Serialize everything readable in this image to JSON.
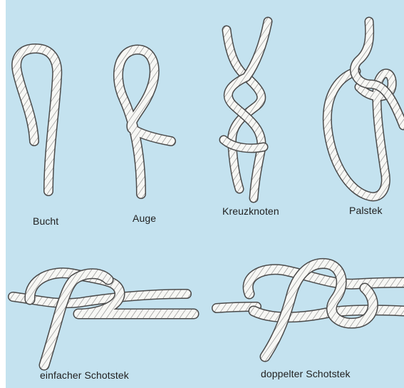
{
  "colors": {
    "background": "#c4e2ef",
    "rope_fill": "#f7f7f4",
    "rope_outline": "#4a4a4a",
    "rope_strand": "#7a7a7a",
    "caption_text": "#1f1f1f"
  },
  "knots": [
    {
      "id": "bucht",
      "caption": "Bucht",
      "icon": "bight-rope-icon"
    },
    {
      "id": "auge",
      "caption": "Auge",
      "icon": "loop-rope-icon"
    },
    {
      "id": "kreuzknoten",
      "caption": "Kreuzknoten",
      "icon": "reef-knot-icon"
    },
    {
      "id": "palstek",
      "caption": "Palstek",
      "icon": "bowline-icon"
    },
    {
      "id": "einfacher_schotstek",
      "caption": "einfacher Schotstek",
      "icon": "sheet-bend-icon"
    },
    {
      "id": "doppelter_schotstek",
      "caption": "doppelter Schotstek",
      "icon": "double-sheet-bend-icon"
    }
  ]
}
